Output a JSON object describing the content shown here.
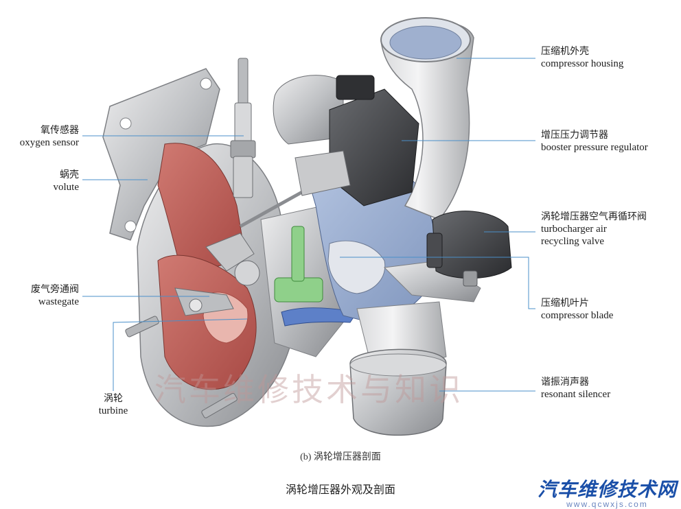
{
  "labels": {
    "compressor_housing": {
      "zh": "压缩机外壳",
      "en": "compressor housing"
    },
    "booster_pressure_regulator": {
      "zh": "增压压力调节器",
      "en": "booster pressure regulator"
    },
    "recycling_valve": {
      "zh": "涡轮增压器空气再循环阀",
      "en_line1": "turbocharger air",
      "en_line2": "recycling valve"
    },
    "compressor_blade": {
      "zh": "压缩机叶片",
      "en": "compressor blade"
    },
    "resonant_silencer": {
      "zh": "谐振消声器",
      "en": "resonant silencer"
    },
    "oxygen_sensor": {
      "zh": "氧传感器",
      "en": "oxygen sensor"
    },
    "volute": {
      "zh": "蜗壳",
      "en": "volute"
    },
    "wastegate": {
      "zh": "废气旁通阀",
      "en": "wastegate"
    },
    "turbine": {
      "zh": "涡轮",
      "en": "turbine"
    }
  },
  "captions": {
    "sub": "(b) 涡轮增压器剖面",
    "main": "涡轮增压器外观及剖面"
  },
  "watermark": "汽车维修技术与知识",
  "brand": {
    "name": "汽车维修技术网",
    "url": "www.qcwxjs.com"
  },
  "colors": {
    "leader_line": "#4a8fc9",
    "turbine_section": "#c2605a",
    "compressor_section": "#9fb4d6",
    "metal": "#c8c9cb",
    "dark_part": "#3d3f42"
  }
}
